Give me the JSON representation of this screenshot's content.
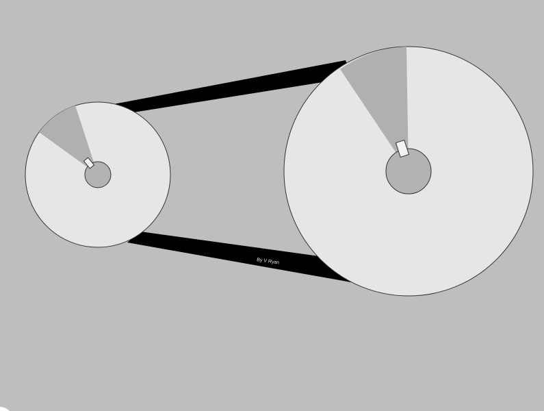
{
  "diagram": {
    "credit_text": "By V Ryan",
    "colors": {
      "background": "#bebebe",
      "belt": "#000000",
      "pulley_face": "#e6e6e6",
      "pulley_sector": "#b0b0b0",
      "shaft": "#b3b3b3",
      "key": "#f2f2f2",
      "outline": "#333333"
    },
    "parts": [
      "small-pulley",
      "large-pulley",
      "drive-belt",
      "shaft",
      "key"
    ]
  }
}
